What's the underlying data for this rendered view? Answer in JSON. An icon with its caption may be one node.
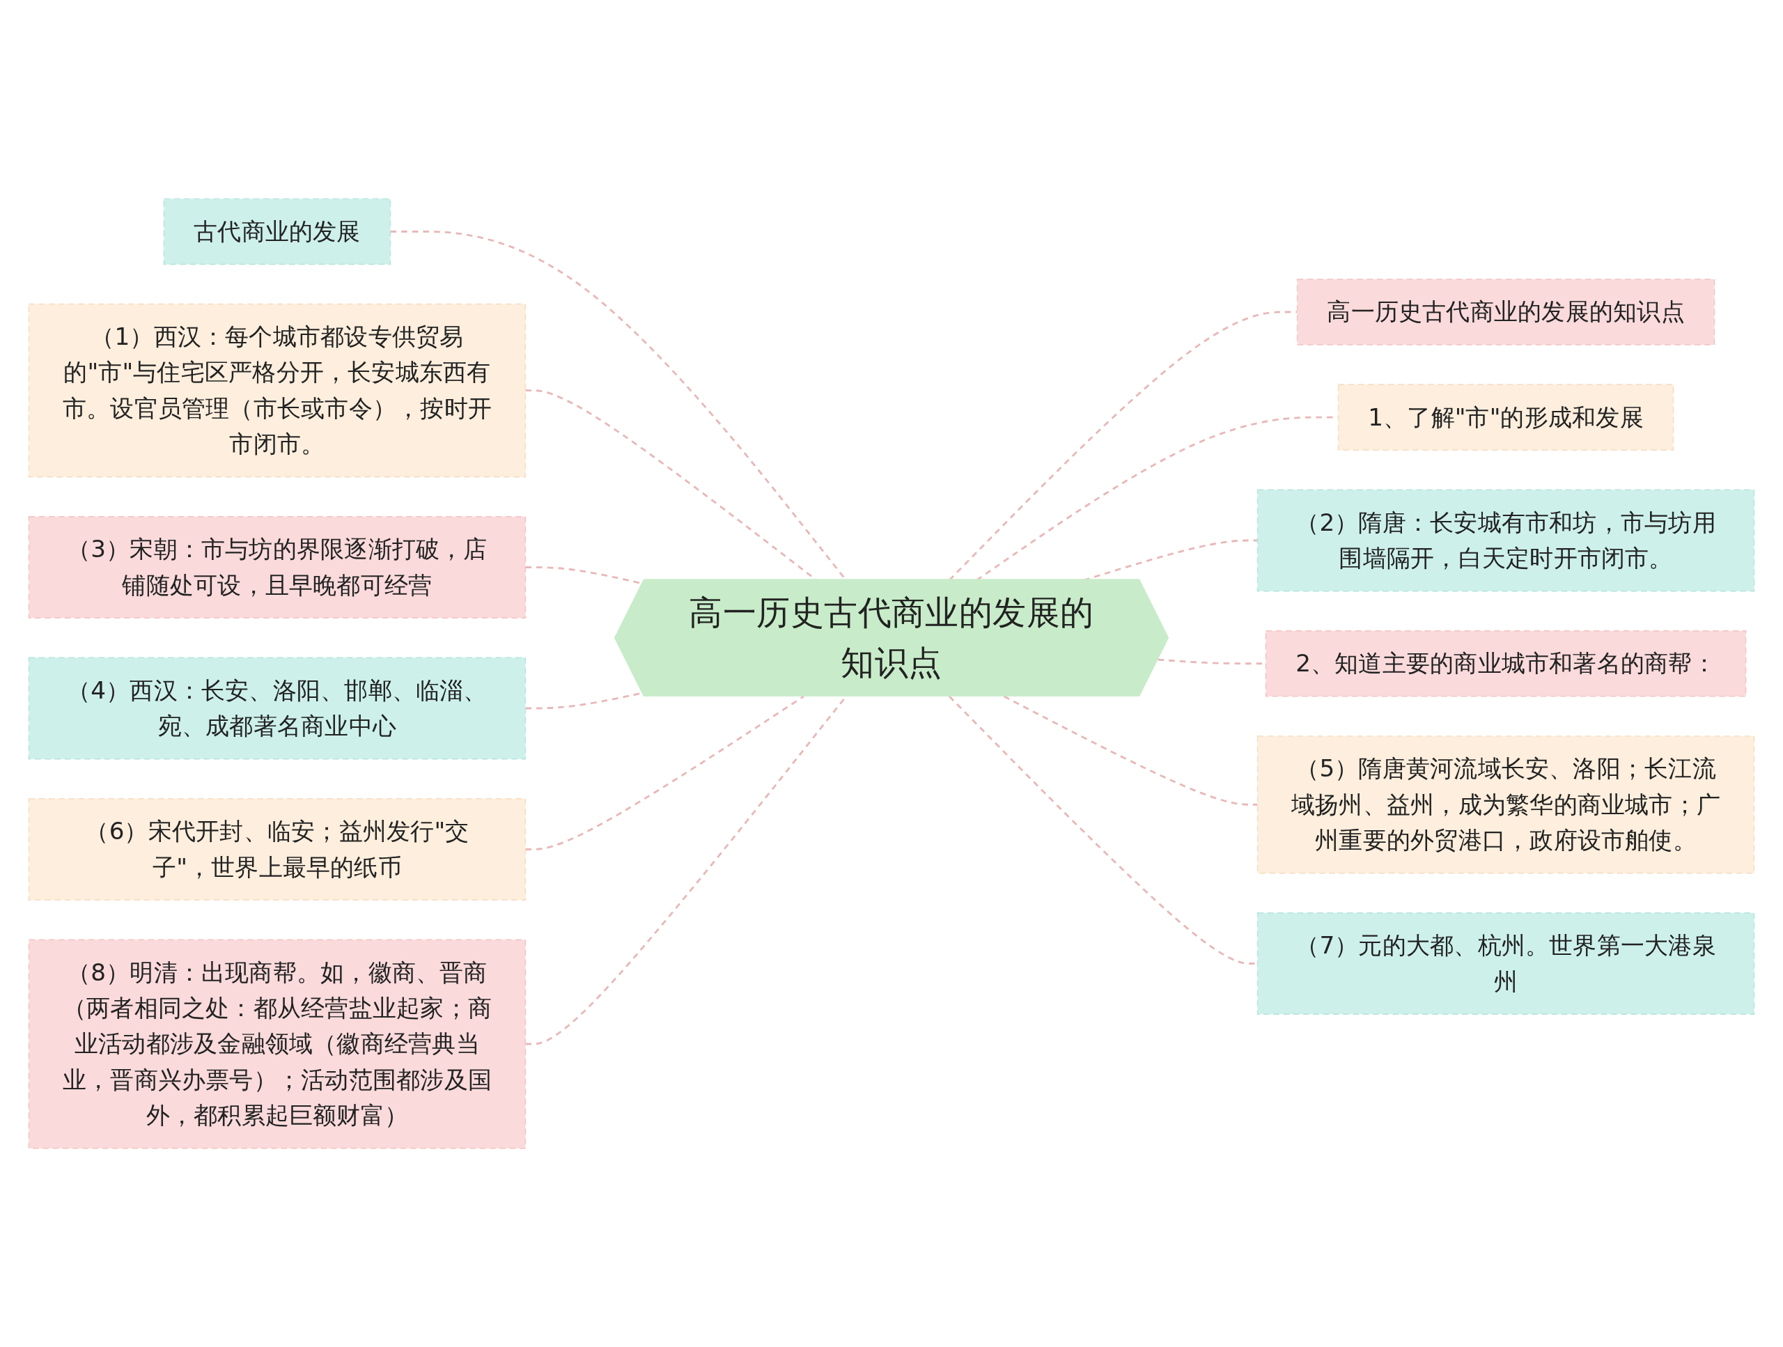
{
  "diagram": {
    "nodes": [
      {
        "text": [
          "高一历史古代商业的发展的知识点"
        ]
      },
      {
        "text": [
          "古代商业的发展"
        ]
      },
      {
        "text": [
          "（1）西汉：每个城市都设专供贸易的\"市\"与住宅区严格分开，长安城东西有市。设官员管理（市长或市令），按时开市闭市。"
        ]
      },
      {
        "text": [
          "（3）宋朝：市与坊的界限逐渐打破，店铺随处可设，且早晚都可经营"
        ]
      },
      {
        "text": [
          "（4）西汉：长安、洛阳、邯郸、临淄、宛、成都著名商业中心"
        ]
      },
      {
        "text": [
          "（6）宋代开封、临安；益州发行\"交子\"，世界上最早的纸币"
        ]
      },
      {
        "text": [
          "（8）明清：出现商帮。如，徽商、晋商（两者相同之处：都从经营盐业起家；商业活动都涉及金融领域（徽商经营典当业，晋商兴办票号）；活动范围都涉及国外，都积累起巨额财富）"
        ]
      },
      {
        "text": [
          "高一历史古代商业的发展的知识点"
        ]
      },
      {
        "text": [
          "1、了解\"市\"的形成和发展"
        ]
      },
      {
        "text": [
          "（2）隋唐：长安城有市和坊，市与坊用围墙隔开，白天定时开市闭市。"
        ]
      },
      {
        "text": [
          "2、知道主要的商业城市和著名的商帮："
        ]
      },
      {
        "text": [
          "（5）隋唐黄河流域长安、洛阳；长江流域扬州、益州，成为繁华的商业城市；广州重要的外贸港口，政府设市舶使。"
        ]
      },
      {
        "text": [
          "（7）元的大都、杭州。世界第一大港泉州"
        ]
      }
    ],
    "edges": [
      {
        "from": 0,
        "to": 1,
        "arrow": "none",
        "style": "dashed"
      },
      {
        "from": 0,
        "to": 2,
        "arrow": "none",
        "style": "dashed"
      },
      {
        "from": 0,
        "to": 3,
        "arrow": "none",
        "style": "dashed"
      },
      {
        "from": 0,
        "to": 4,
        "arrow": "none",
        "style": "dashed"
      },
      {
        "from": 0,
        "to": 5,
        "arrow": "none",
        "style": "dashed"
      },
      {
        "from": 0,
        "to": 6,
        "arrow": "none",
        "style": "dashed"
      },
      {
        "from": 0,
        "to": 7,
        "arrow": "none",
        "style": "dashed"
      },
      {
        "from": 0,
        "to": 8,
        "arrow": "none",
        "style": "dashed"
      },
      {
        "from": 0,
        "to": 9,
        "arrow": "none",
        "style": "dashed"
      },
      {
        "from": 0,
        "to": 10,
        "arrow": "none",
        "style": "dashed"
      },
      {
        "from": 0,
        "to": 11,
        "arrow": "none",
        "style": "dashed"
      },
      {
        "from": 0,
        "to": 12,
        "arrow": "none",
        "style": "dashed"
      }
    ]
  }
}
